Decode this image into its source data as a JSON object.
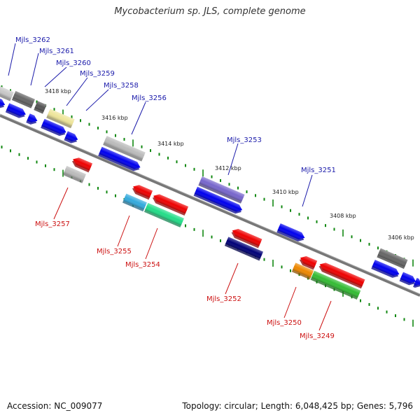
{
  "title": "Mycobacterium sp. JLS, complete genome",
  "footer": {
    "accession": "Accession: NC_009077",
    "summary": "Topology: circular; Length: 6,048,425 bp; Genes: 5,796"
  },
  "scale_labels": [
    "3418 kbp",
    "3416 kbp",
    "3414 kbp",
    "3412 kbp",
    "3410 kbp",
    "3408 kbp",
    "3406 kbp"
  ],
  "genes_forward": [
    {
      "name": "Mjls_3262",
      "color": "#c8c8c8"
    },
    {
      "name": "Mjls_3261",
      "color": "#666666"
    },
    {
      "name": "Mjls_3260",
      "color": "#555555"
    },
    {
      "name": "Mjls_3259",
      "color": "#eee59a"
    },
    {
      "name": "Mjls_3258",
      "color": "#0000ee"
    },
    {
      "name": "Mjls_3256",
      "color": "#bbbbbb"
    },
    {
      "name": "Mjls_3253",
      "color": "#7766cc"
    },
    {
      "name": "Mjls_3251",
      "color": "#0000ee"
    }
  ],
  "genes_reverse": [
    {
      "name": "Mjls_3257",
      "color": "#bbbbbb"
    },
    {
      "name": "Mjls_3255",
      "color": "#33aadd"
    },
    {
      "name": "Mjls_3254",
      "color": "#22dd88"
    },
    {
      "name": "Mjls_3252",
      "color": "#000077"
    },
    {
      "name": "Mjls_3250",
      "color": "#ee8800"
    },
    {
      "name": "Mjls_3249",
      "color": "#33bb33"
    }
  ],
  "colors": {
    "cds_blue": "#0000ee",
    "cds_red": "#ee0000",
    "backbone": "#777777",
    "tick_green": "#118811",
    "forward_label": "#1a1aaa",
    "reverse_label": "#cc1111"
  }
}
